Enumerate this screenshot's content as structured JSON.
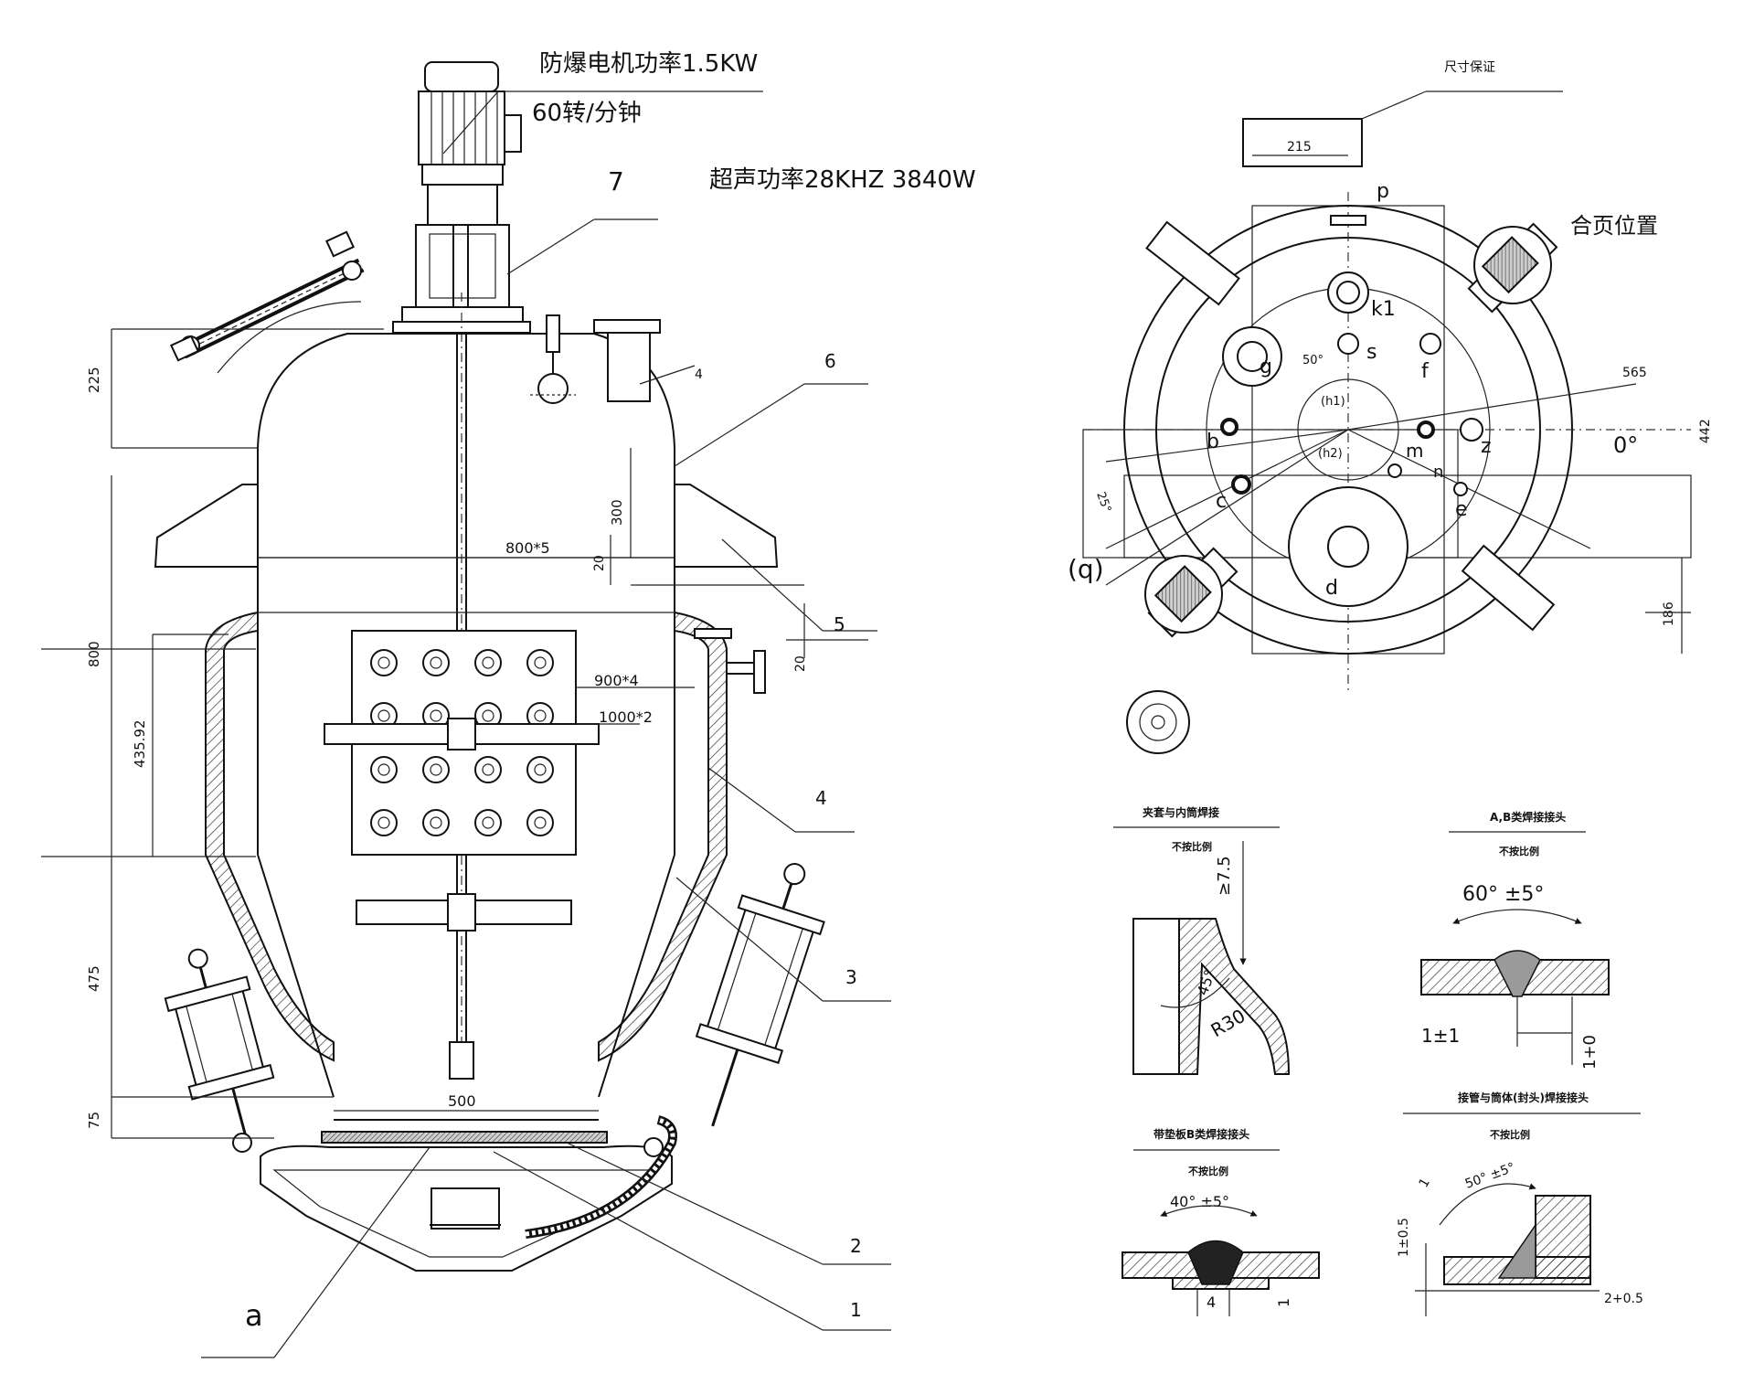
{
  "labels": {
    "motor_power": "防爆电机功率1.5KW",
    "motor_speed": "60转/分钟",
    "ultrasonic": "超声功率28KHZ    3840W",
    "size_guarantee": "尺寸保证",
    "hinge_position": "合页位置",
    "view_a_label": "(q)",
    "section_a": "a"
  },
  "callouts": [
    "7",
    "6",
    "5",
    "4",
    "3",
    "2",
    "1"
  ],
  "dimensions": {
    "d225": "225",
    "d300": "300",
    "d800": "800",
    "d435": "435.92",
    "d475": "475",
    "d75": "75",
    "d20a": "20",
    "d20b": "20",
    "d4": "4",
    "d800x5": "800*5",
    "d900x4": "900*4",
    "d1000x2": "1000*2",
    "d500": "500",
    "p215": "215",
    "p565": "565",
    "p442": "442",
    "p186": "186",
    "p50": "50°",
    "p25": "25°",
    "p0": "0°"
  },
  "nozzles": {
    "p": "p",
    "k1": "k1",
    "s": "s",
    "g": "g",
    "f": "f",
    "h1": "(h1)",
    "h2": "(h2)",
    "b": "b",
    "m": "m",
    "n": "n",
    "z": "z",
    "c": "c",
    "e": "e",
    "d": "d"
  },
  "details": [
    {
      "title": "夹套与内筒焊接",
      "scale": "不按比例",
      "dims": [
        "≥7.5",
        "45°",
        "R30"
      ]
    },
    {
      "title": "A,B类焊接接头",
      "scale": "不按比例",
      "dims": [
        "60° ±5°",
        "1±1",
        "1+0"
      ]
    },
    {
      "title": "带垫板B类焊接接头",
      "scale": "不按比例",
      "dims": [
        "40° ±5°",
        "4",
        "1"
      ]
    },
    {
      "title": "接管与筒体(封头)焊接接头",
      "scale": "不按比例",
      "dims": [
        "50° ±5°",
        "1±0.5",
        "2+0.5",
        "1"
      ]
    }
  ]
}
